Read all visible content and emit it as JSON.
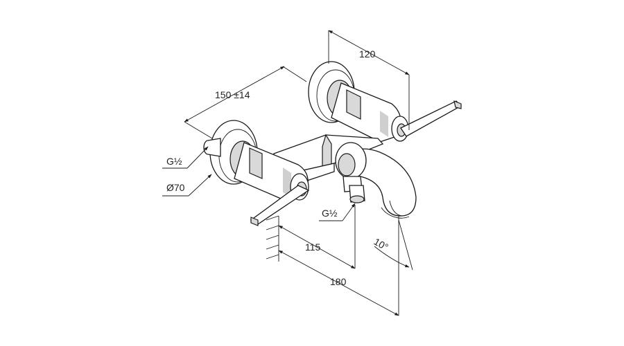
{
  "labels": {
    "width_top": "120",
    "spacing": "150 ±14",
    "thread_left": "G½",
    "rosette_dia": "Ø70",
    "thread_bottom": "G½",
    "spout_offset": "115",
    "spout_projection": "180",
    "spout_angle": "10°"
  }
}
